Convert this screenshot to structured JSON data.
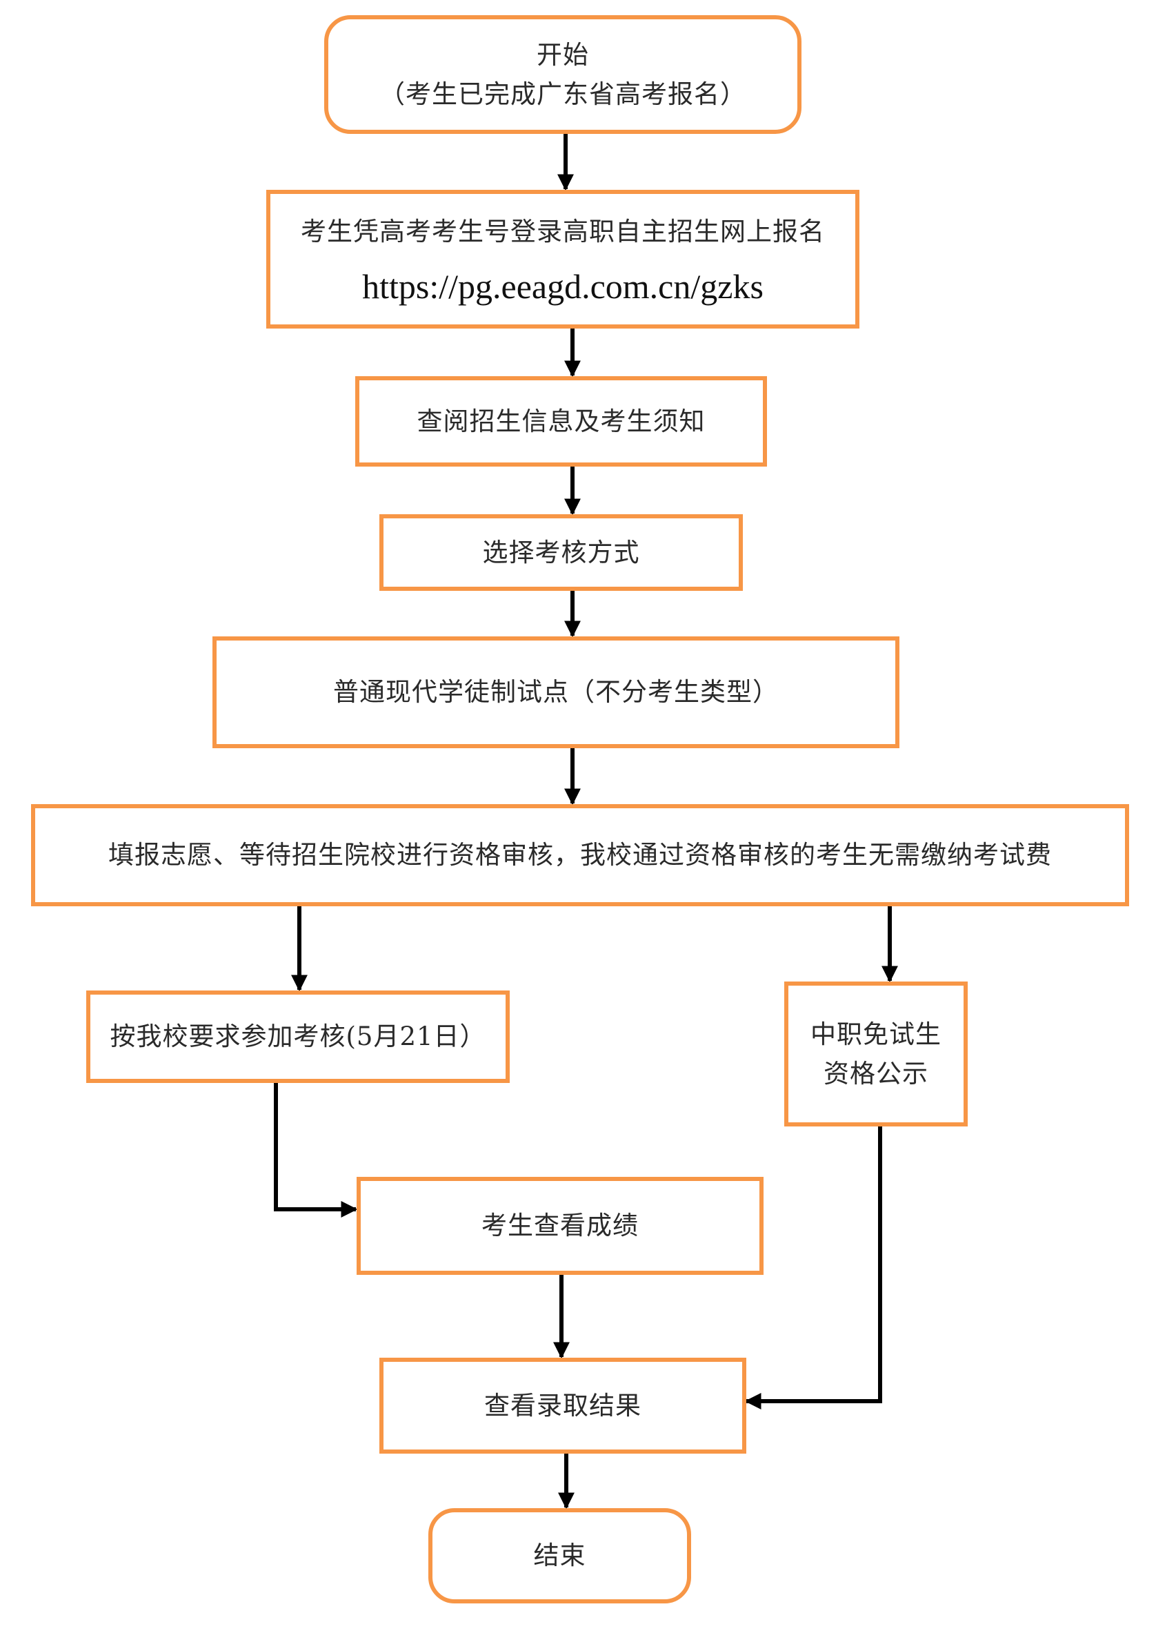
{
  "diagram": {
    "type": "flowchart",
    "border_color": "#F79646",
    "arrow_color": "#000000",
    "nodes": {
      "start": {
        "title": "开始",
        "subtitle": "（考生已完成广东省高考报名）"
      },
      "register": {
        "text": "考生凭高考考生号登录高职自主招生网上报名",
        "url": "https://pg.eeagd.com.cn/gzks"
      },
      "read_info": {
        "text": "查阅招生信息及考生须知"
      },
      "choose_mode": {
        "text": "选择考核方式"
      },
      "pilot": {
        "text": "普通现代学徒制试点（不分考生类型）"
      },
      "apply": {
        "text": "填报志愿、等待招生院校进行资格审核，我校通过资格审核的考生无需缴纳考试费"
      },
      "exam": {
        "text": "按我校要求参加考核(5月21日）"
      },
      "exempt_line1": {
        "text": "中职免试生"
      },
      "exempt_line2": {
        "text": "资格公示"
      },
      "scores": {
        "text": "考生查看成绩"
      },
      "result": {
        "text": "查看录取结果"
      },
      "end": {
        "text": "结束"
      }
    },
    "edges": [
      {
        "from": "start",
        "to": "register"
      },
      {
        "from": "register",
        "to": "read_info"
      },
      {
        "from": "read_info",
        "to": "choose_mode"
      },
      {
        "from": "choose_mode",
        "to": "pilot"
      },
      {
        "from": "pilot",
        "to": "apply"
      },
      {
        "from": "apply",
        "to": "exam"
      },
      {
        "from": "apply",
        "to": "exempt"
      },
      {
        "from": "exam",
        "to": "scores"
      },
      {
        "from": "scores",
        "to": "result"
      },
      {
        "from": "exempt",
        "to": "result"
      },
      {
        "from": "result",
        "to": "end"
      }
    ]
  }
}
